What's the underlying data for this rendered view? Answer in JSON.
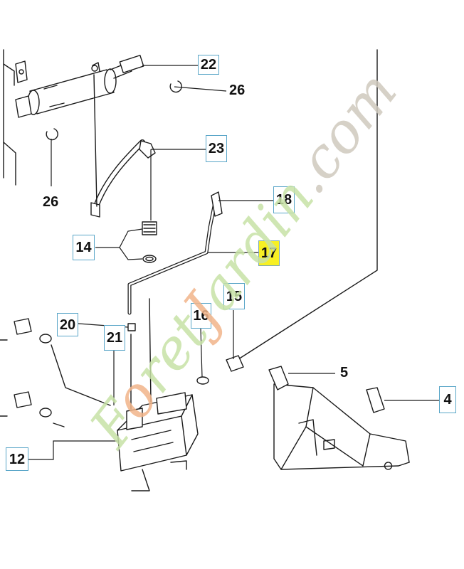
{
  "callouts": {
    "p22": "22",
    "p26a": "26",
    "p23": "23",
    "p26b": "26",
    "p18": "18",
    "p14": "14",
    "p17": "17",
    "p15": "15",
    "p20": "20",
    "p16": "16",
    "p21": "21",
    "p5": "5",
    "p4": "4",
    "p12": "12"
  },
  "highlighted_part": "17",
  "watermark": {
    "brand": "Foret Jardin",
    "domain": ".com",
    "colors": {
      "green": "#c7e2a6",
      "orange": "#f2b58a",
      "grey": "#cfc9be"
    }
  }
}
